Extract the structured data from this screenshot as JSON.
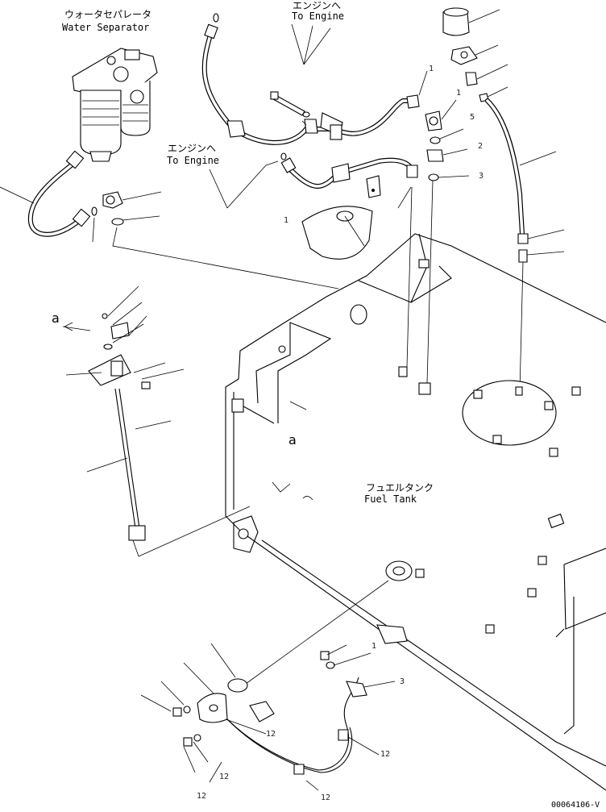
{
  "labels": {
    "water_separator_jp": "ウォータセパレータ",
    "water_separator_en": "Water Separator",
    "to_engine_top_jp": "エンジンへ",
    "to_engine_top_en": "To Engine",
    "to_engine_mid_jp": "エンジンへ",
    "to_engine_mid_en": "To Engine",
    "fuel_tank_jp": "フュエルタンク",
    "fuel_tank_en": "Fuel Tank",
    "ref_a_upper": "a",
    "ref_a_lower": "a",
    "drawing_number": "00064106-V"
  },
  "callouts": {
    "c1": "1",
    "c2": "1",
    "c3": "5",
    "c4": "2",
    "c5": "3",
    "c6": "1",
    "c7": "1",
    "c8": "3",
    "c9": "12",
    "c10": "12",
    "c11": "12",
    "c12": "12",
    "c13": "12"
  }
}
